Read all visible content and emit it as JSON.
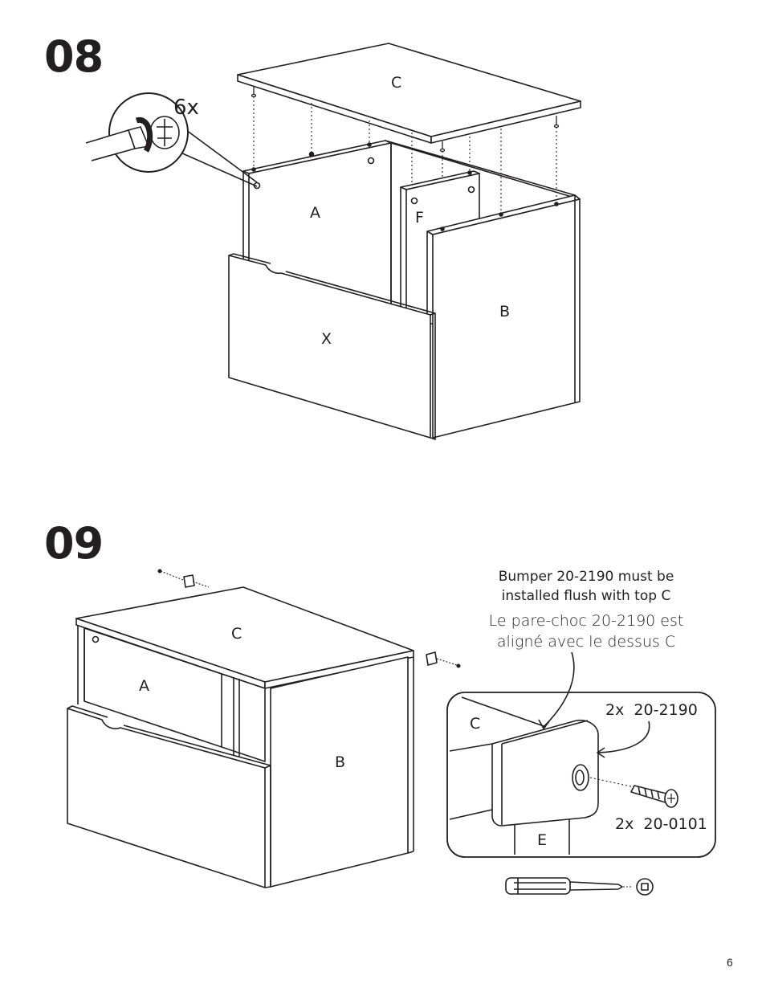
{
  "steps": [
    {
      "number": "08",
      "quantity": "6x",
      "panels": {
        "top": "C",
        "left": "A",
        "middle": "F",
        "right": "B",
        "front": "X"
      }
    },
    {
      "number": "09",
      "panels": {
        "top": "C",
        "left": "A",
        "right": "B"
      },
      "note_en_line1": "Bumper 20-2190 must be",
      "note_en_line2": "installed flush with top C",
      "note_fr_line1": "Le pare-choc 20-2190 est",
      "note_fr_line2": "aligné avec le dessus C",
      "detail": {
        "top_label": "C",
        "bottom_label": "E",
        "bumper_callout": "2x  20-2190",
        "screw_callout": "2x  20-0101"
      }
    }
  ],
  "icons": [
    "screwdriver-icon",
    "phillips-screw-icon",
    "bumper-icon",
    "square-drive-icon"
  ],
  "page_number": "6"
}
